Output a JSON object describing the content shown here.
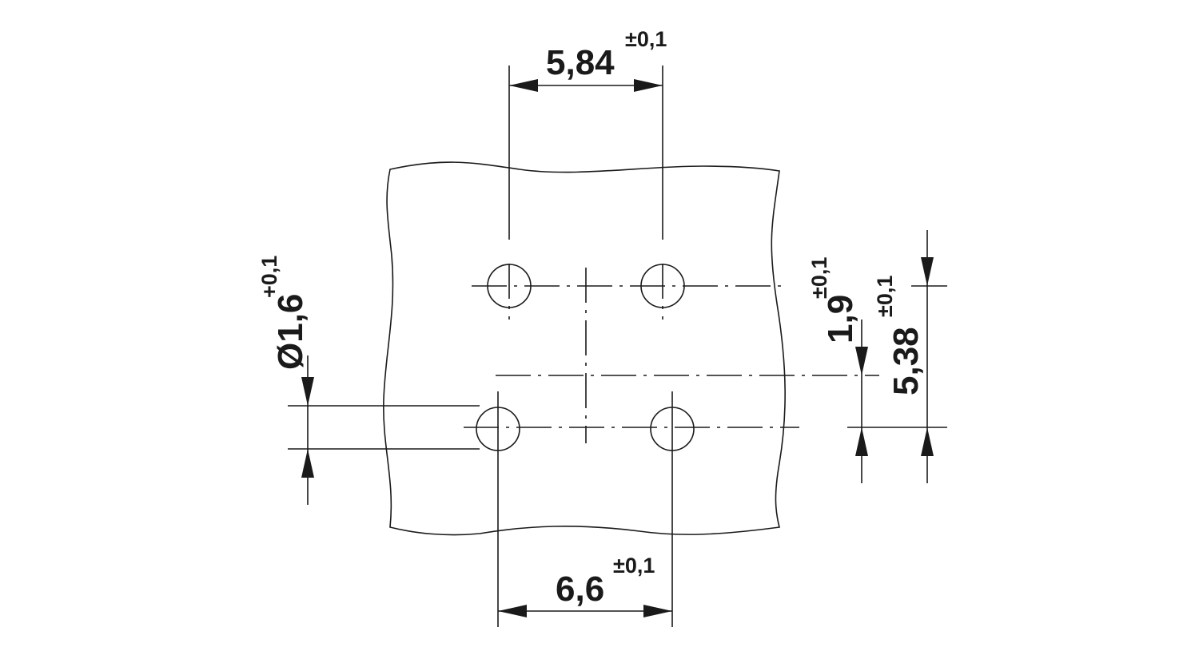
{
  "drawing": {
    "dimensions": {
      "top_pitch": {
        "value": "5,84",
        "tolerance": "±0,1"
      },
      "bottom_pitch": {
        "value": "6,6",
        "tolerance": "±0,1"
      },
      "hole_diameter": {
        "value": "Ø1,6",
        "tolerance": "+0,1"
      },
      "row_offset": {
        "value": "1,9",
        "tolerance": "±0,1"
      },
      "row_pitch": {
        "value": "5,38",
        "tolerance": "±0,1"
      }
    }
  }
}
